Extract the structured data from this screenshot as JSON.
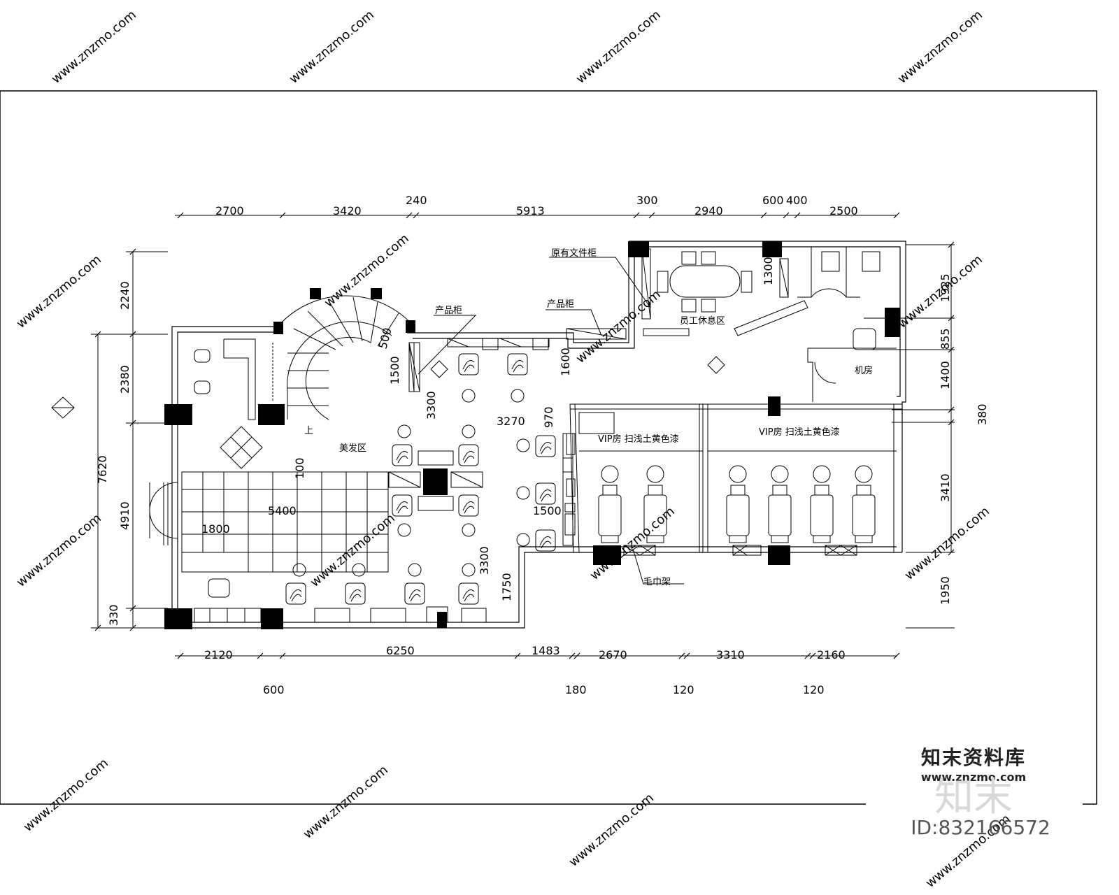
{
  "dims": {
    "top": [
      "2700",
      "3420",
      "240",
      "5913",
      "300",
      "2940",
      "600",
      "400",
      "2500"
    ],
    "bottom": [
      "2120",
      "6250",
      "1483",
      "2670",
      "3310",
      "2160"
    ],
    "bottom_gaps": [
      "600",
      "180",
      "120",
      "120"
    ],
    "left_outer": "7620",
    "left_inner": [
      "2240",
      "2380",
      "4910",
      "330"
    ],
    "right": [
      "1925",
      "855",
      "1400",
      "3410",
      "1950"
    ],
    "right_extra": "380",
    "interior": [
      "1500",
      "3300",
      "1600",
      "3270",
      "970",
      "1500",
      "3300",
      "1750",
      "100",
      "5400",
      "1800",
      "500",
      "1300"
    ]
  },
  "labels": {
    "existing_file_cabinet": "原有文件柜",
    "product_cabinet_left": "产品柜",
    "product_cabinet_right": "产品柜",
    "staff_rest_area": "员工休息区",
    "machine_room": "机房",
    "vip_room_1": "VIP房  扫浅土黄色漆",
    "vip_room_2": "VIP房  扫浅土黄色漆",
    "hair_area": "美发区",
    "stairs_up": "上",
    "towel_rack": "毛巾架"
  },
  "watermark": "www.znzmo.com",
  "brand": {
    "name": "知末资料库",
    "url": "www.znzmo.com",
    "logo_text": "知末",
    "id": "ID:832166572"
  }
}
